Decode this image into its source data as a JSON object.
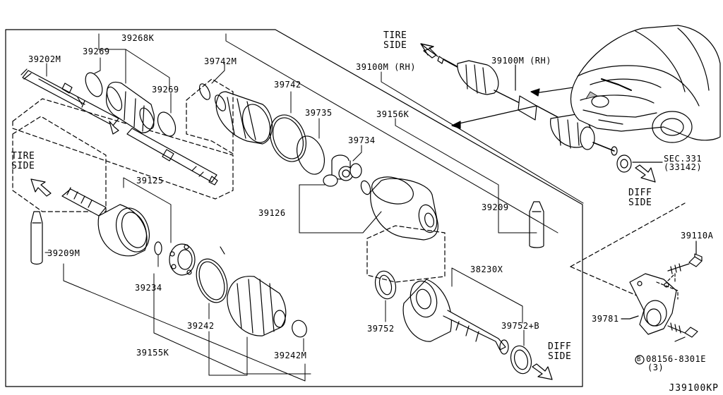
{
  "diagram_code": "J39100KP",
  "colors": {
    "ink": "#000000",
    "paper": "#ffffff",
    "shade": "#bdbdbd"
  },
  "labels": {
    "p39202M": "39202M",
    "p39269a": "39269",
    "p39268K": "39268K",
    "p39269b": "39269",
    "p39742M": "39742M",
    "p39742": "39742",
    "p39735": "39735",
    "p39100M_a": "39100M (RH)",
    "p39156K": "39156K",
    "p39734": "39734",
    "p39125": "39125",
    "p39126": "39126",
    "p39209a": "39209",
    "p39209M": "39209M",
    "p39234": "39234",
    "p39242": "39242",
    "p39155K": "39155K",
    "p39242M": "39242M",
    "p39752": "39752",
    "p38230X": "38230X",
    "p39752B": "39752+B",
    "p39100M_b": "39100M (RH)",
    "sec331": "SEC.331",
    "sec331_sub": "(33142)",
    "p39110A": "39110A",
    "p39781": "39781",
    "bolt_num": "08156-8301E",
    "bolt_qty": "(3)",
    "bolt_prefix": "B"
  },
  "directions": {
    "tire_side_top_line1": "TIRE",
    "tire_side_top_line2": "SIDE",
    "tire_side_left_line1": "TIRE",
    "tire_side_left_line2": "SIDE",
    "diff_side_right_line1": "DIFF",
    "diff_side_right_line2": "SIDE",
    "diff_side_bottom_line1": "DIFF",
    "diff_side_bottom_line2": "SIDE"
  }
}
